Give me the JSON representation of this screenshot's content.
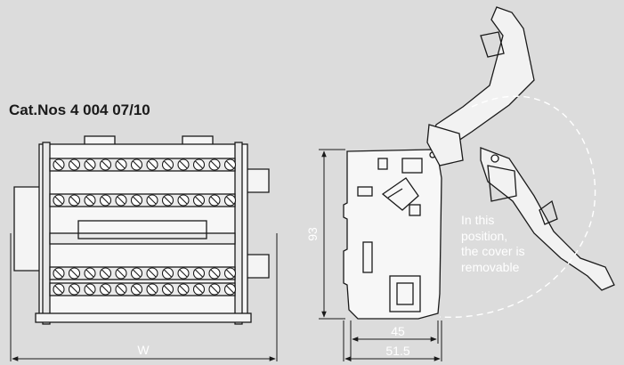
{
  "title": "Cat.Nos 4 004 07/10",
  "note_lines": [
    "In this",
    "position,",
    "the cover is",
    "removable"
  ],
  "dimensions": {
    "width_label": "W",
    "height": "93",
    "depth_inner": "45",
    "depth_outer": "51.5"
  },
  "colors": {
    "background": "#dcdcdc",
    "line": "#1a1a1a",
    "arc": "#ffffff"
  }
}
